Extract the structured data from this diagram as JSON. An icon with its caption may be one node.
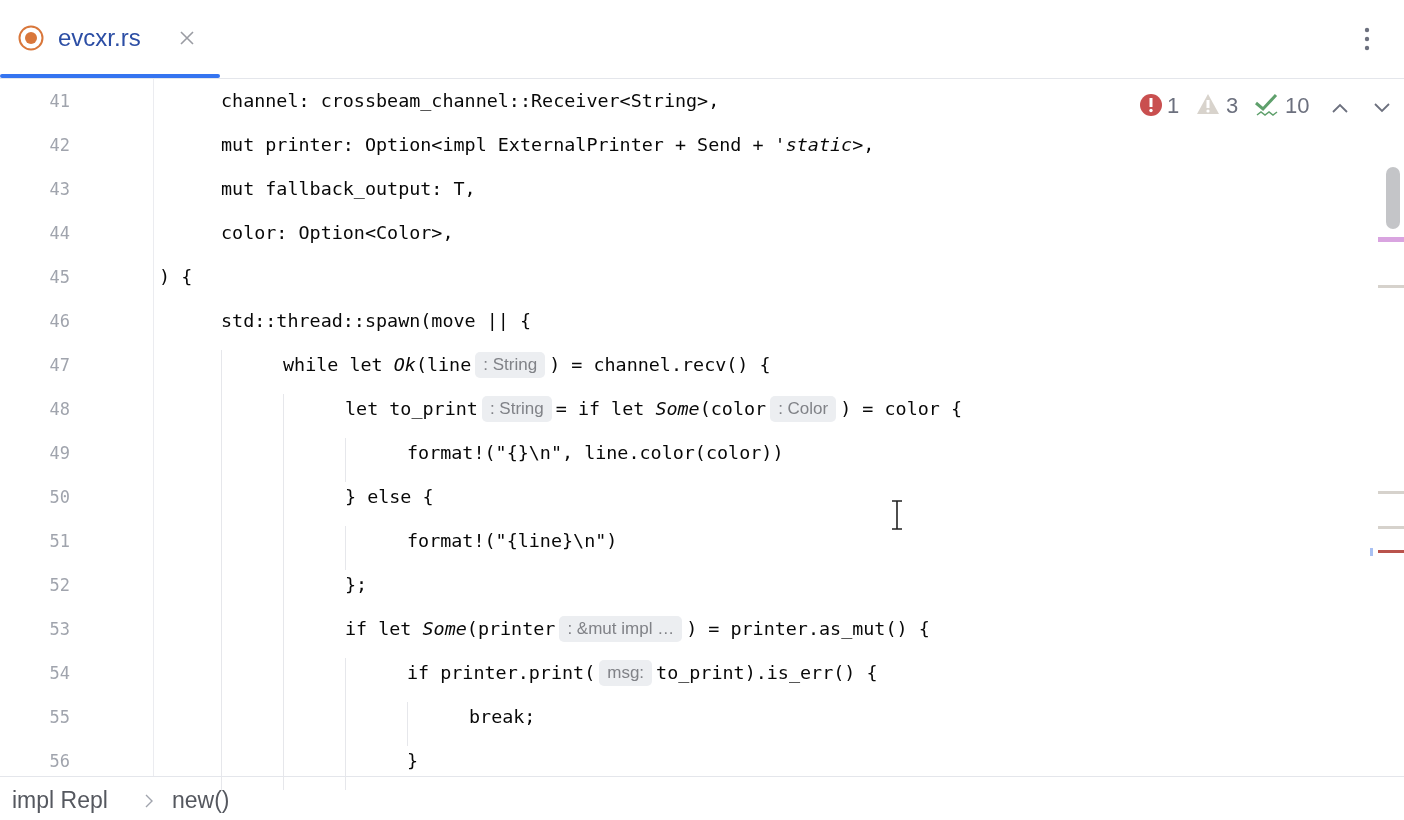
{
  "diagram": {
    "labels": [
      "evcxr.rs",
      "41",
      "channel: crossbeam_channel::Receiver<String>,",
      "1",
      "3",
      "10",
      "42",
      "mut printer: Option<impl ExternalPrinter + Send + *'static*>,",
      "43",
      "mut fallback_output: T,",
      "44",
      "color: Option<Color>,",
      "45",
      ") {",
      "46",
      "std::thread::spawn(move || {",
      "47",
      "while let *Ok*(line",
      ": String",
      ") = channel.recv() {",
      "48",
      "let to_print",
      ": String",
      "= if let *Some*(color",
      ": Color",
      ") = color {",
      "49",
      "format!(\"{}\\n\", line.color(color))",
      "50",
      "} else {",
      "51",
      "format!(\"{line}\\n\")",
      "52",
      "};",
      "53",
      "if let *Some*(printer",
      ": &mut impl …",
      ") = printer.as_mut() {",
      "54",
      "if printer.print(",
      "msg:",
      "to_print).is_err() {",
      "55",
      "break;",
      "56",
      "}",
      "impl Repl",
      "new()"
    ]
  }
}
